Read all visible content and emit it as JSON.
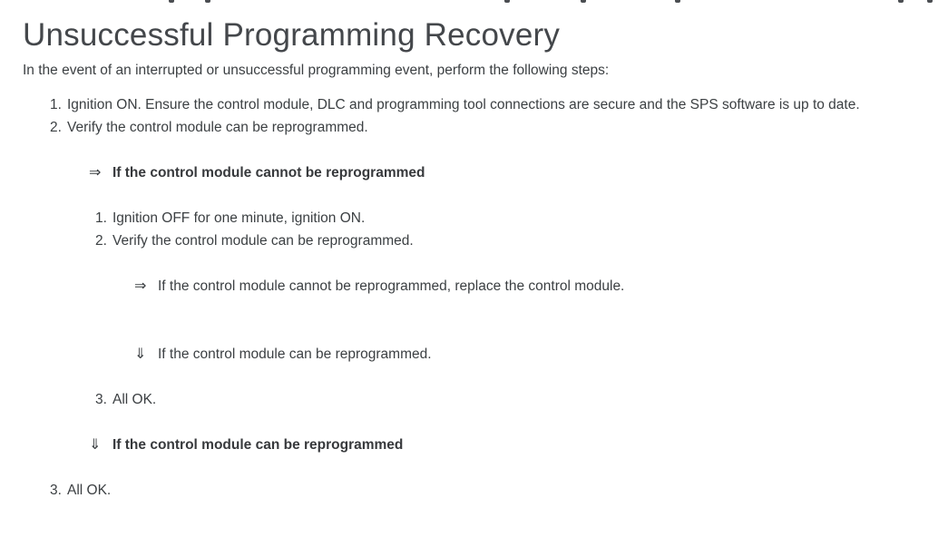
{
  "document": {
    "title": "Unsuccessful Programming Recovery",
    "intro": "In the event of an interrupted or unsuccessful programming event, perform the following steps:",
    "outer_steps": {
      "step1": {
        "num": "1.",
        "text": "Ignition ON. Ensure the control module, DLC and programming tool connections are secure and the SPS software is up to date."
      },
      "step2": {
        "num": "2.",
        "text": "Verify the control module can be reprogrammed."
      },
      "step3": {
        "num": "3.",
        "text": "All OK."
      }
    },
    "branch_cannot": {
      "arrow": "⇒",
      "label": "If the control module cannot be reprogrammed",
      "steps": {
        "step1": {
          "num": "1.",
          "text": "Ignition OFF for one minute, ignition ON."
        },
        "step2": {
          "num": "2.",
          "text": "Verify the control module can be reprogrammed."
        },
        "step3": {
          "num": "3.",
          "text": "All OK."
        }
      },
      "sub_branch_cannot": {
        "arrow": "⇒",
        "text": "If the control module cannot be reprogrammed, replace the control module."
      },
      "sub_branch_can": {
        "arrow": "⇓",
        "text": "If the control module can be reprogrammed."
      }
    },
    "branch_can": {
      "arrow": "⇓",
      "label": "If the control module can be reprogrammed"
    }
  },
  "top_clipped_fragments": {
    "color": "#4b4e52",
    "x_positions": [
      186,
      226,
      556,
      640,
      744,
      990,
      1022
    ]
  }
}
